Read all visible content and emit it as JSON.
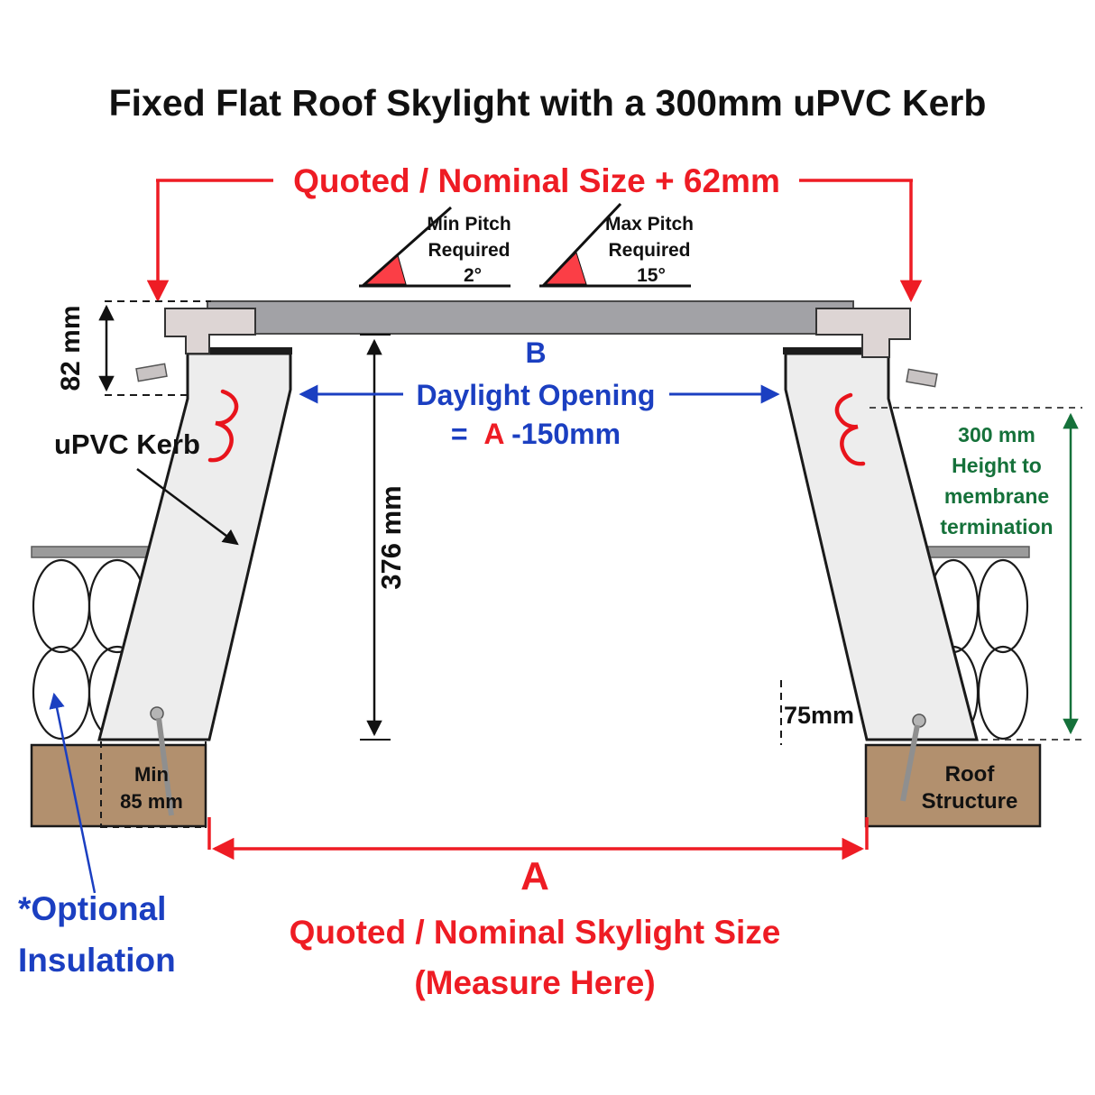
{
  "title": "Fixed Flat Roof Skylight with a 300mm uPVC Kerb",
  "colors": {
    "red": "#ee1c24",
    "blue": "#1b3fc1",
    "green": "#15713a",
    "black": "#111111",
    "kerb_fill": "#ededed",
    "glass_fill": "#a2a2a6",
    "frame_fill": "#ddd5d4",
    "roof_fill": "#b2906e",
    "deck_fill": "#9b9b9b",
    "clip_red": "#e8141c"
  },
  "top_dimension": {
    "label": "Quoted / Nominal Size + 62mm"
  },
  "pitch_min": {
    "line1": "Min Pitch",
    "line2": "Required",
    "value": "2°"
  },
  "pitch_max": {
    "line1": "Max Pitch",
    "line2": "Required",
    "value": "15°"
  },
  "frame_height": {
    "label": "82 mm"
  },
  "kerb_height": {
    "label": "376 mm"
  },
  "daylight": {
    "b": "B",
    "line": "Daylight Opening",
    "eq_prefix": "=",
    "eq_a": "A",
    "eq_suffix": "-150mm"
  },
  "kerb_label": {
    "text": "uPVC Kerb"
  },
  "membrane": {
    "line1": "300 mm",
    "line2": "Height to",
    "line3": "membrane",
    "line4": "termination"
  },
  "offset_75": {
    "label": "75mm"
  },
  "min_base": {
    "line1": "Min",
    "line2": "85 mm"
  },
  "roof": {
    "line1": "Roof",
    "line2": "Structure"
  },
  "insulation_note": {
    "line1": "*Optional",
    "line2": "Insulation"
  },
  "bottom_dimension": {
    "a": "A",
    "line1": "Quoted / Nominal Skylight Size",
    "line2": "(Measure Here)"
  }
}
